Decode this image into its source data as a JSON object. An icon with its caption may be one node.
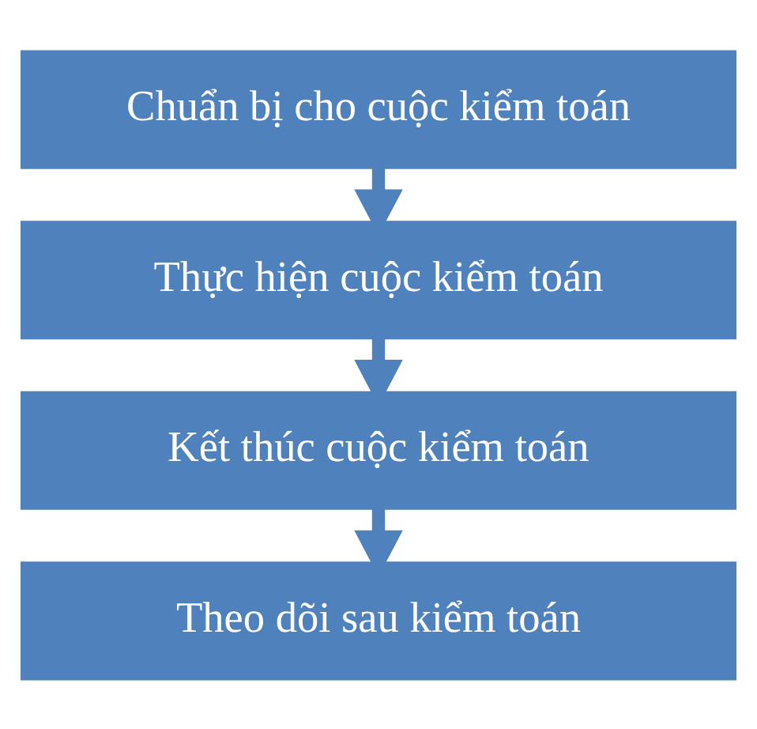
{
  "diagram": {
    "nodes": [
      {
        "text": [
          "Chuẩn bị cho cuộc kiểm toán"
        ]
      },
      {
        "text": [
          "Thực hiện cuộc kiểm toán"
        ]
      },
      {
        "text": [
          "Kết thúc cuộc kiểm toán"
        ]
      },
      {
        "text": [
          "Theo dõi sau kiểm toán"
        ]
      }
    ],
    "edges": [
      {
        "from": 0,
        "to": 1,
        "arrow": "to"
      },
      {
        "from": 1,
        "to": 2,
        "arrow": "to"
      },
      {
        "from": 2,
        "to": 3,
        "arrow": "to"
      }
    ]
  }
}
